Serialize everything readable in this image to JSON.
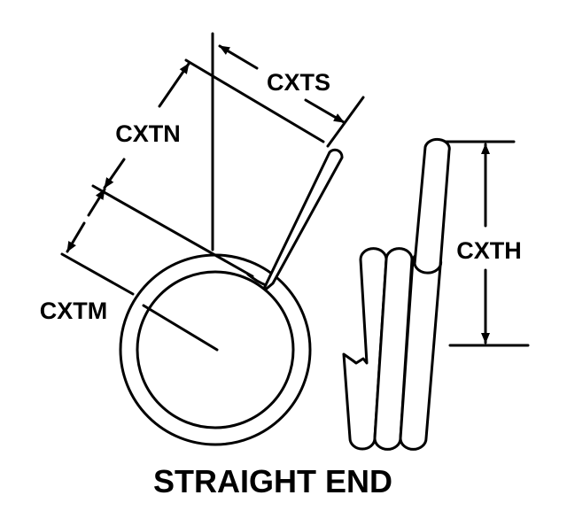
{
  "title": "STRAIGHT END",
  "labels": {
    "cxts": "CXTS",
    "cxtn": "CXTN",
    "cxtm": "CXTM",
    "cxth": "CXTH"
  }
}
